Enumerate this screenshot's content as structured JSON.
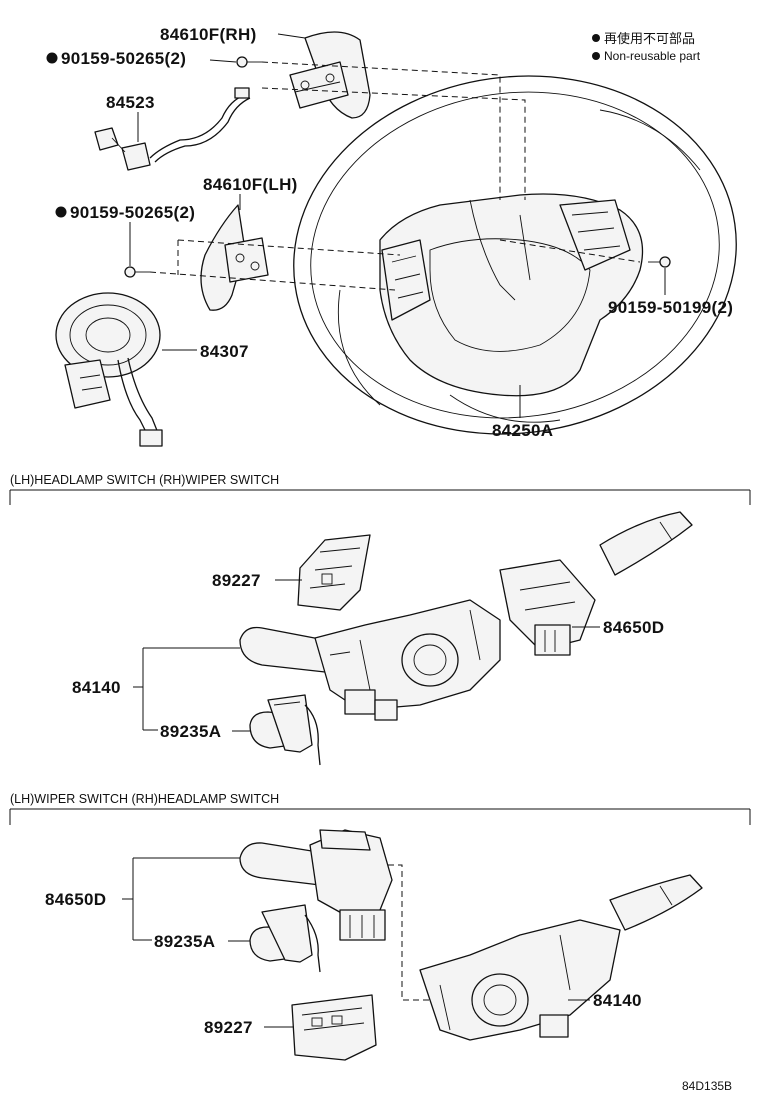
{
  "legend": {
    "japanese": "再使用不可部品",
    "english": "Non-reusable part"
  },
  "top_section": {
    "labels": {
      "paddle_rh": "84610F(RH)",
      "screw_upper": "90159-50265(2)",
      "harness": "84523",
      "paddle_lh": "84610F(LH)",
      "screw_lower": "90159-50265(2)",
      "spiral_cable": "84307",
      "screw_right": "90159-50199(2)",
      "steering_switch": "84250A"
    }
  },
  "section_lh_headlamp": {
    "title": "(LH)HEADLAMP SWITCH (RH)WIPER SWITCH",
    "labels": {
      "bracket": "89227",
      "wiper_switch": "84650D",
      "headlamp_switch": "84140",
      "connector": "89235A"
    }
  },
  "section_lh_wiper": {
    "title": "(LH)WIPER SWITCH (RH)HEADLAMP SWITCH",
    "labels": {
      "wiper_switch": "84650D",
      "connector": "89235A",
      "bracket": "89227",
      "headlamp_switch": "84140"
    }
  },
  "footer": {
    "reference": "84D135B"
  }
}
